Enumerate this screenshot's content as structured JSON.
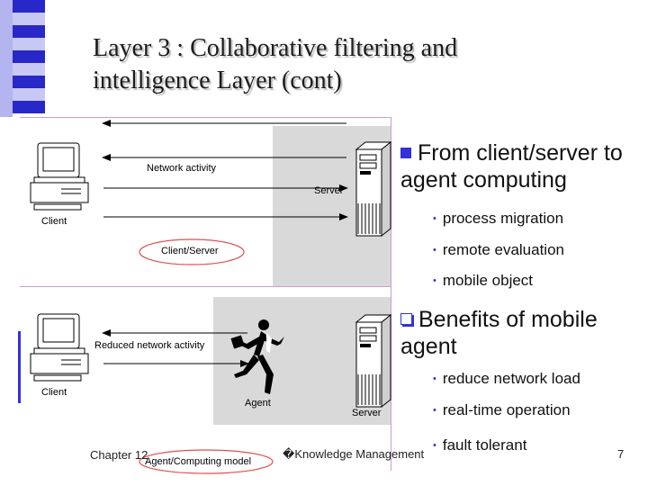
{
  "slide": {
    "title_line1": "Layer 3 : Collaborative filtering and",
    "title_line2": "intelligence Layer (cont)",
    "page_number": "7"
  },
  "colors": {
    "accent_blue": "#3232d8",
    "band_dark": "#2828c8",
    "band_light": "#b4b4f0",
    "frame_border": "#c8a0c8",
    "server_panel": "#d9d9d9",
    "oval": "#e05050"
  },
  "bullets": {
    "main1": "From client/server to agent computing",
    "main1_marker": "n",
    "sub1": [
      "process migration",
      "remote evaluation",
      "mobile object"
    ],
    "main2": "Benefits of mobile agent",
    "sub2": [
      "reduce network load",
      "real-time operation",
      "fault tolerant"
    ]
  },
  "diagram_top": {
    "network_label": "Network activity",
    "server_label": "Server",
    "client_label": "Client",
    "oval_label": "Client/Server"
  },
  "diagram_bottom": {
    "network_label": "Reduced network activity",
    "agent_label": "Agent",
    "server_label": "Server",
    "client_label": "Client",
    "oval_label": "Agent/Computing model"
  },
  "footer": {
    "chapter": "Chapter 12",
    "course": "�Knowledge Management"
  },
  "icons": [
    "computer-icon",
    "server-tower-icon",
    "running-agent-icon",
    "arrow-icon"
  ]
}
